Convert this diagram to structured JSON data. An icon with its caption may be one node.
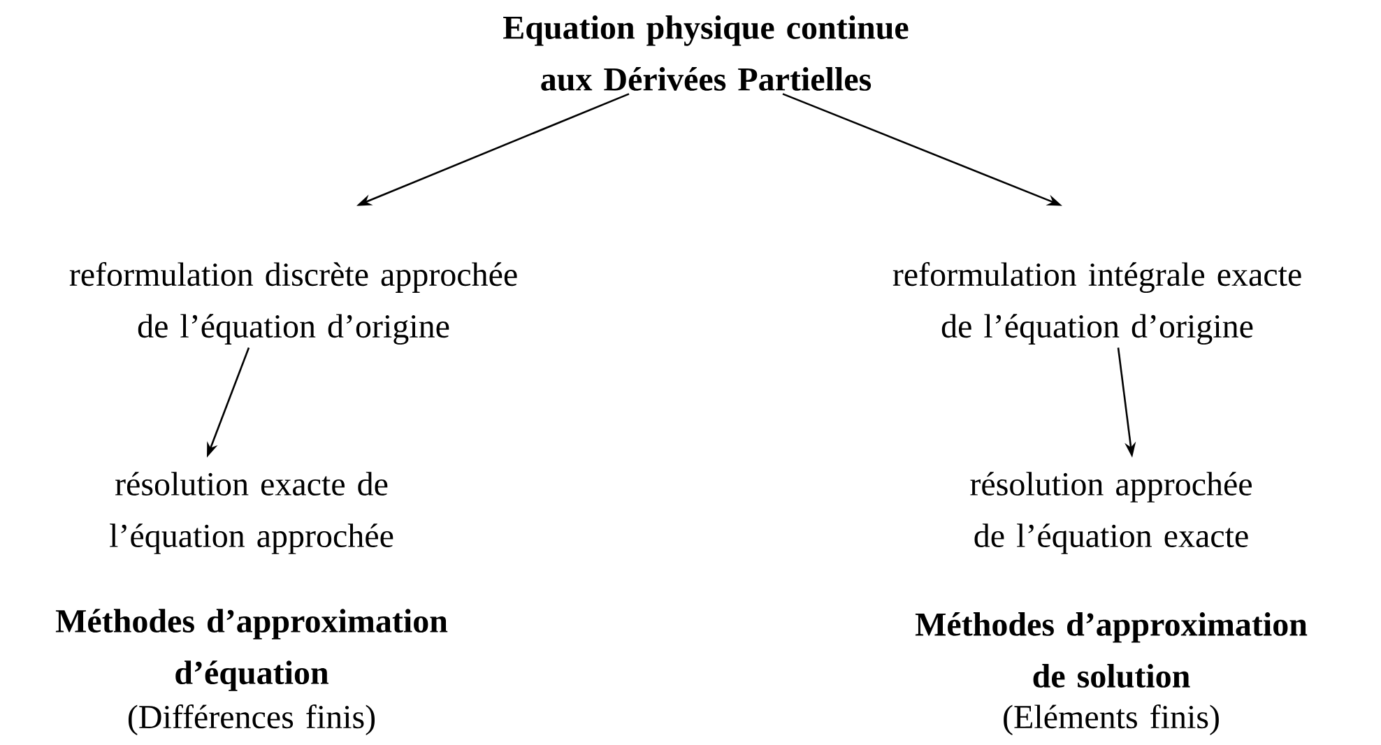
{
  "diagram": {
    "nodes": [
      {
        "text": [
          "Equation physique continue aux Dérivées Partielles"
        ]
      },
      {
        "text": [
          "reformulation discrète approchée de l’équation d’origine"
        ]
      },
      {
        "text": [
          "reformulation intégrale exacte de l’équation d’origine"
        ]
      },
      {
        "text": [
          "résolution exacte de l’équation approchée"
        ]
      },
      {
        "text": [
          "résolution approchée de l’équation exacte"
        ]
      }
    ],
    "edges": [
      {
        "from": 0,
        "to": 1,
        "arrow": "to"
      },
      {
        "from": 0,
        "to": 2,
        "arrow": "to"
      },
      {
        "from": 1,
        "to": 3,
        "arrow": "to"
      },
      {
        "from": 2,
        "to": 4,
        "arrow": "to"
      }
    ],
    "labels": [
      "Méthodes d’approximation d’équation",
      "(Différences finis)",
      "Méthodes d’approximation de solution",
      "(Eléments finis)"
    ]
  }
}
